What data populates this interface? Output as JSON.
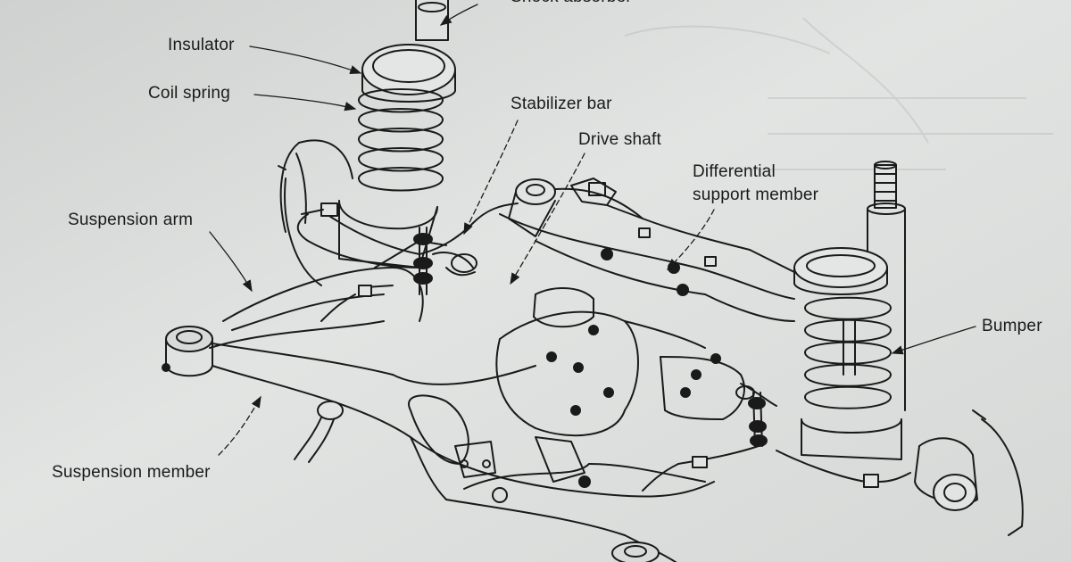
{
  "labels": {
    "shock_absorber": "Shock absorber",
    "insulator": "Insulator",
    "coil_spring": "Coil spring",
    "stabilizer_bar": "Stabilizer bar",
    "drive_shaft": "Drive shaft",
    "differential_support_member": "Differential\nsupport member",
    "suspension_arm": "Suspension arm",
    "bumper": "Bumper",
    "suspension_member": "Suspension member"
  },
  "colors": {
    "paper": "#dcdedd",
    "ink": "#1a1a1a"
  }
}
